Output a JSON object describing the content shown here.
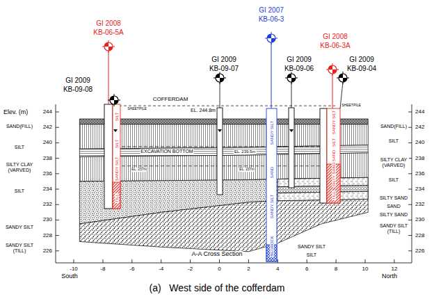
{
  "diagram": {
    "caption": "(a)   West side of the cofferdam",
    "nodes": [
      {
        "text": [
          "SILT",
          "SILT",
          "SANDY SILT",
          "TILL"
        ]
      },
      {
        "text": [
          "SANDY SILT",
          "SAND",
          "SANDY SILT",
          "BEDROCK"
        ]
      },
      {
        "text": [
          "SANDY SILT",
          "SILT",
          "SAND",
          "SILTY SAND",
          "TILL"
        ]
      }
    ],
    "labels": [
      "GI 2008",
      "KB-06-5A",
      "GI 2009",
      "KB-09-08",
      "GI 2009",
      "KB-09-07",
      "GI 2007",
      "KB-06-3",
      "GI 2009",
      "KB-09-06",
      "GI 2008",
      "KB-06-3A",
      "GI 2009",
      "KB-09-04",
      "COFFERDAM",
      "EL. 244.8m",
      "SHEETPILE",
      "SHEETPILE",
      "Elev. (m)",
      "244",
      "242",
      "240",
      "238",
      "236",
      "234",
      "232",
      "230",
      "228",
      "226",
      "244",
      "242",
      "240",
      "238",
      "236",
      "234",
      "232",
      "230",
      "228",
      "226",
      "SAND(FILL)",
      "SILT",
      "SILTY CLAY (VARVED)",
      "SILT",
      "SANDY SILT",
      "SANDY SILT (TILL)",
      "SAND(FILL)",
      "SILT",
      "SILTY CLAY (VARVED)",
      "SILT",
      "SILTY SAND",
      "SAND",
      "SILTY SAND",
      "SANDY SILT (TILL)",
      "SANDY SILT",
      "SILT",
      "EXCAVATION BOTTOM",
      "EL. 239.5m",
      "EL. 237m",
      "EL. 237m",
      "A-A Cross Section",
      "South",
      "North",
      "-10",
      "-8",
      "-6",
      "-4",
      "-2",
      "0",
      "2",
      "4",
      "6",
      "8",
      "10",
      "12"
    ]
  }
}
